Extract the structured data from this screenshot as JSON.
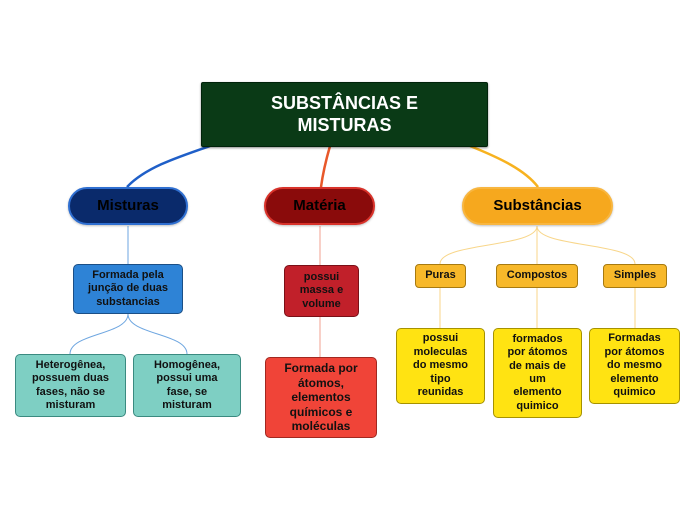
{
  "root": {
    "label": "SUBSTÂNCIAS E\nMISTURAS"
  },
  "branches": {
    "misturas": {
      "label": "Misturas",
      "description": "Formada pela\njunção de duas\nsubstancias",
      "children": [
        "Heterogênea,\npossuem duas\nfases, não se\nmisturam",
        "Homogênea,\npossui uma\nfase, se\nmisturam"
      ]
    },
    "materia": {
      "label": "Matéria",
      "description_1": "possui\nmassa e\nvolume",
      "description_2": "Formada por\nátomos,\nelementos\nquímicos e\nmoléculas"
    },
    "substancias": {
      "label": "Substâncias",
      "types": [
        {
          "label": "Puras",
          "description": "possui\nmoleculas\ndo mesmo\ntipo\nreunidas"
        },
        {
          "label": "Compostos",
          "description": "formados\npor  átomos\nde mais de\num\nelemento\nquimico"
        },
        {
          "label": "Simples",
          "description": "Formadas\npor átomos\ndo mesmo\nelemento\nquimico"
        }
      ]
    }
  },
  "colors": {
    "root_bg": "#0a3a16",
    "misturas_link": "#1f5fc8",
    "materia_link": "#e8582a",
    "substancias_link": "#f7b21f",
    "misturas_sublink": "#6ea6e0",
    "materia_sublink": "#f0a090",
    "substancias_sublink": "#f8d68a"
  }
}
